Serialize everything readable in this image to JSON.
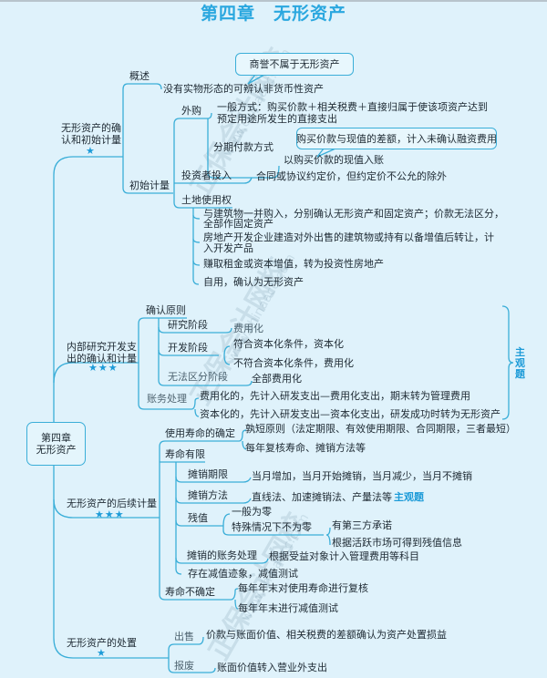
{
  "title": "第四章　无形资产",
  "root": {
    "line1": "第四章",
    "line2": "无形资产"
  },
  "watermark": {
    "text": "正保会计网校",
    "url": "www.chinaacc.com"
  },
  "branch1": {
    "label_line1": "无形资产的确",
    "label_line2": "认和初始计量",
    "stars": "★",
    "overview": {
      "label": "概述",
      "definition": "没有实物形态的可辨认非货币性资产",
      "note": "商誉不属于无形资产"
    },
    "initial": {
      "label": "初始计量",
      "purchase": {
        "label": "外购",
        "general_line1": "一般方式：购买价款＋相关税费＋直接归属于使该项资产达到",
        "general_line2": "预定用途所发生的直接支出",
        "installment": "分期付款方式",
        "installment_value": "以购买价款的现值入账",
        "installment_note": "购买价款与现值的差额，计入未确认融资费用"
      },
      "investor": {
        "label": "投资者投入",
        "value": "合同或协议约定价，但约定价不公允的除外"
      },
      "land": {
        "label": "土地使用权",
        "items": [
          {
            "line1": "与建筑物一并购入，分别确认无形资产和固定资产；价款无法区分，",
            "line2": "全部作固定资产"
          },
          {
            "line1": "房地产开发企业建造对外出售的建筑物或持有以备增值后转让，计",
            "line2": "入开发产品"
          },
          {
            "line1": "赚取租金或资本增值，转为投资性房地产"
          },
          {
            "line1": "自用，确认为无形资产"
          }
        ]
      }
    }
  },
  "branch2": {
    "label_line1": "内部研究开发支",
    "label_line2": "出的确认和计量",
    "stars": "★★★",
    "side_tag": "主观题",
    "principle": {
      "label": "确认原则",
      "research": {
        "label": "研究阶段",
        "value": "费用化"
      },
      "development": {
        "label": "开发阶段",
        "value1": "符合资本化条件，资本化",
        "value2": "不符合资本化条件，费用化"
      },
      "indistinct": {
        "label": "无法区分阶段",
        "value": "全部费用化"
      }
    },
    "accounting": {
      "label": "账务处理",
      "item1": "费用化的，先计入研发支出—费用化支出，期末转为管理费用",
      "item2": "资本化的，先计入研发支出—资本化支出，研发成功时转为无形资产"
    }
  },
  "branch3": {
    "label": "无形资产的后续计量",
    "stars": "★★★",
    "life_determination": {
      "label": "使用寿命的确定",
      "item1": "孰短原则（法定期限、有效使用期限、合同期限，三者最短）",
      "item2": "每年复核寿命、摊销方法等"
    },
    "finite": {
      "label": "寿命有限",
      "period": {
        "label": "摊销期限",
        "value": "当月增加，当月开始摊销，当月减少，当月不摊销"
      },
      "method": {
        "label": "摊销方法",
        "value": "直线法、加速摊销法、产量法等",
        "tag": "主观题"
      },
      "residual": {
        "label": "残值",
        "general": "一般为零",
        "special": "特殊情况下不为零",
        "special_items": [
          "有第三方承诺",
          "根据活跃市场可得到残值信息"
        ]
      },
      "accounting": {
        "label": "摊销的账务处理",
        "value": "根据受益对象计入管理费用等科目"
      },
      "impairment": "存在减值迹象，减值测试"
    },
    "indefinite": {
      "label": "寿命不确定",
      "item1": "每年年末对使用寿命进行复核",
      "item2": "每年年末进行减值测试"
    }
  },
  "branch4": {
    "label": "无形资产的处置",
    "stars": "★",
    "sale": {
      "label": "出售",
      "value": "价款与账面价值、相关税费的差额确认为资产处置损益"
    },
    "scrap": {
      "label": "报废",
      "value": "账面价值转入营业外支出"
    }
  }
}
